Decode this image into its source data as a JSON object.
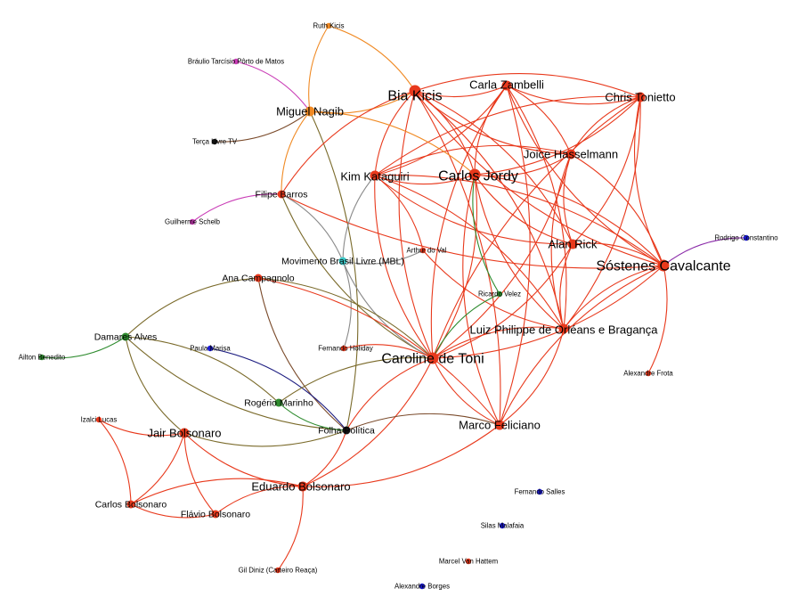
{
  "colors": {
    "red": "#e8391c",
    "orange": "#f08a24",
    "magenta": "#c93cb6",
    "green": "#2e8b2e",
    "olive": "#7a6a2a",
    "brown": "#7a4a2a",
    "gray": "#8a8a8a",
    "cyan": "#3cc8c8",
    "blue": "#1a1ad0",
    "navy": "#1c1c80",
    "purple": "#8a2aa8",
    "black": "#111111"
  },
  "nodes": [
    {
      "id": "bia",
      "label": "Bia Kicis",
      "color": "red",
      "size": "xl"
    },
    {
      "id": "carla",
      "label": "Carla Zambelli",
      "color": "red",
      "size": "l"
    },
    {
      "id": "chris",
      "label": "Chris Tonietto",
      "color": "red",
      "size": "l"
    },
    {
      "id": "joice",
      "label": "Joice Hasselmann",
      "color": "red",
      "size": "l"
    },
    {
      "id": "carlos_j",
      "label": "Carlos Jordy",
      "color": "red",
      "size": "xl"
    },
    {
      "id": "kim",
      "label": "Kim Kataguiri",
      "color": "red",
      "size": "l"
    },
    {
      "id": "alan",
      "label": "Alan Rick",
      "color": "red",
      "size": "l"
    },
    {
      "id": "sostenes",
      "label": "Sóstenes Cavalcante",
      "color": "red",
      "size": "xl"
    },
    {
      "id": "luiz",
      "label": "Luiz Philippe de Orléans e Bragança",
      "color": "red",
      "size": "l"
    },
    {
      "id": "caroline",
      "label": "Caroline de Toni",
      "color": "red",
      "size": "xl"
    },
    {
      "id": "marco",
      "label": "Marco Feliciano",
      "color": "red",
      "size": "l"
    },
    {
      "id": "eduardo",
      "label": "Eduardo Bolsonaro",
      "color": "red",
      "size": "l"
    },
    {
      "id": "jair",
      "label": "Jair Bolsonaro",
      "color": "red",
      "size": "l"
    },
    {
      "id": "carlos_b",
      "label": "Carlos Bolsonaro",
      "color": "red",
      "size": "m"
    },
    {
      "id": "flavio",
      "label": "Flávio Bolsonaro",
      "color": "red",
      "size": "m"
    },
    {
      "id": "izalci",
      "label": "Izalci Lucas",
      "color": "red",
      "size": "s"
    },
    {
      "id": "gil",
      "label": "Gil Diniz (Carteiro Reaça)",
      "color": "red",
      "size": "s"
    },
    {
      "id": "arthur",
      "label": "Arthur do Val",
      "color": "red",
      "size": "s"
    },
    {
      "id": "fernando_h",
      "label": "Fernando Holiday",
      "color": "red",
      "size": "s"
    },
    {
      "id": "alexandre_f",
      "label": "Alexandre Frota",
      "color": "red",
      "size": "s"
    },
    {
      "id": "marcel",
      "label": "Marcel Van Hattem",
      "color": "red",
      "size": "s"
    },
    {
      "id": "ruth",
      "label": "Ruth Kicis",
      "color": "orange",
      "size": "s"
    },
    {
      "id": "miguel",
      "label": "Miguel Nagib",
      "color": "orange",
      "size": "l"
    },
    {
      "id": "braulio",
      "label": "Bráulio Tarcísio Pôrto de Matos",
      "color": "magenta",
      "size": "s"
    },
    {
      "id": "terca",
      "label": "Terça Livre TV",
      "color": "black",
      "size": "s"
    },
    {
      "id": "filipe",
      "label": "Filipe Barros",
      "color": "red",
      "size": "m"
    },
    {
      "id": "guilherme",
      "label": "Guilherme Schelb",
      "color": "magenta",
      "size": "s"
    },
    {
      "id": "mbl",
      "label": "Movimento Brasil Livre (MBL)",
      "color": "cyan",
      "size": "m"
    },
    {
      "id": "ana",
      "label": "Ana Campagnolo",
      "color": "red",
      "size": "m"
    },
    {
      "id": "damares",
      "label": "Damares Alves",
      "color": "green",
      "size": "m"
    },
    {
      "id": "ailton",
      "label": "Ailton Benedito",
      "color": "green",
      "size": "s"
    },
    {
      "id": "paula",
      "label": "Paula Marisa",
      "color": "blue",
      "size": "s"
    },
    {
      "id": "rogerio",
      "label": "Rogério Marinho",
      "color": "green",
      "size": "m"
    },
    {
      "id": "folha",
      "label": "Folha Política",
      "color": "black",
      "size": "m"
    },
    {
      "id": "ricardo",
      "label": "Ricardo Velez",
      "color": "green",
      "size": "s"
    },
    {
      "id": "rodrigo",
      "label": "Rodrigo Constantino",
      "color": "blue",
      "size": "s"
    },
    {
      "id": "fernando_s",
      "label": "Fernando Salles",
      "color": "blue",
      "size": "s"
    },
    {
      "id": "silas",
      "label": "Silas Malafaia",
      "color": "blue",
      "size": "s"
    },
    {
      "id": "alexandre_b",
      "label": "Alexandre Borges",
      "color": "blue",
      "size": "s"
    }
  ],
  "edges": [
    [
      "bia",
      "carla",
      "red"
    ],
    [
      "bia",
      "chris",
      "red"
    ],
    [
      "bia",
      "joice",
      "red"
    ],
    [
      "bia",
      "carlos_j",
      "red"
    ],
    [
      "bia",
      "kim",
      "red"
    ],
    [
      "bia",
      "alan",
      "red"
    ],
    [
      "bia",
      "sostenes",
      "red"
    ],
    [
      "bia",
      "luiz",
      "red"
    ],
    [
      "bia",
      "caroline",
      "red"
    ],
    [
      "bia",
      "marco",
      "red"
    ],
    [
      "carla",
      "chris",
      "red"
    ],
    [
      "carla",
      "joice",
      "red"
    ],
    [
      "carla",
      "carlos_j",
      "red"
    ],
    [
      "carla",
      "kim",
      "red"
    ],
    [
      "carla",
      "sostenes",
      "red"
    ],
    [
      "carla",
      "luiz",
      "red"
    ],
    [
      "carla",
      "caroline",
      "red"
    ],
    [
      "carla",
      "marco",
      "red"
    ],
    [
      "chris",
      "joice",
      "red"
    ],
    [
      "chris",
      "carlos_j",
      "red"
    ],
    [
      "chris",
      "sostenes",
      "red"
    ],
    [
      "chris",
      "luiz",
      "red"
    ],
    [
      "chris",
      "caroline",
      "red"
    ],
    [
      "chris",
      "alan",
      "red"
    ],
    [
      "chris",
      "kim",
      "red"
    ],
    [
      "joice",
      "carlos_j",
      "red"
    ],
    [
      "joice",
      "alan",
      "red"
    ],
    [
      "joice",
      "sostenes",
      "red"
    ],
    [
      "joice",
      "luiz",
      "red"
    ],
    [
      "joice",
      "caroline",
      "red"
    ],
    [
      "joice",
      "kim",
      "red"
    ],
    [
      "carlos_j",
      "kim",
      "red"
    ],
    [
      "carlos_j",
      "alan",
      "red"
    ],
    [
      "carlos_j",
      "sostenes",
      "red"
    ],
    [
      "carlos_j",
      "luiz",
      "red"
    ],
    [
      "carlos_j",
      "caroline",
      "red"
    ],
    [
      "carlos_j",
      "marco",
      "red"
    ],
    [
      "kim",
      "luiz",
      "red"
    ],
    [
      "kim",
      "caroline",
      "red"
    ],
    [
      "kim",
      "sostenes",
      "red"
    ],
    [
      "kim",
      "alan",
      "red"
    ],
    [
      "alan",
      "sostenes",
      "red"
    ],
    [
      "alan",
      "luiz",
      "red"
    ],
    [
      "alan",
      "caroline",
      "red"
    ],
    [
      "sostenes",
      "luiz",
      "red"
    ],
    [
      "sostenes",
      "caroline",
      "red"
    ],
    [
      "sostenes",
      "marco",
      "red"
    ],
    [
      "sostenes",
      "alexandre_f",
      "red"
    ],
    [
      "luiz",
      "caroline",
      "red"
    ],
    [
      "luiz",
      "marco",
      "red"
    ],
    [
      "caroline",
      "marco",
      "red"
    ],
    [
      "caroline",
      "eduardo",
      "red"
    ],
    [
      "caroline",
      "folha",
      "red"
    ],
    [
      "marco",
      "eduardo",
      "red"
    ],
    [
      "marco",
      "folha",
      "brown"
    ],
    [
      "eduardo",
      "jair",
      "red"
    ],
    [
      "eduardo",
      "carlos_b",
      "red"
    ],
    [
      "eduardo",
      "gil",
      "red"
    ],
    [
      "eduardo",
      "folha",
      "red"
    ],
    [
      "jair",
      "carlos_b",
      "red"
    ],
    [
      "jair",
      "flavio",
      "red"
    ],
    [
      "jair",
      "izalci",
      "red"
    ],
    [
      "carlos_b",
      "flavio",
      "red"
    ],
    [
      "izalci",
      "carlos_b",
      "red"
    ],
    [
      "ruth",
      "miguel",
      "orange"
    ],
    [
      "ruth",
      "bia",
      "orange"
    ],
    [
      "miguel",
      "bia",
      "orange"
    ],
    [
      "miguel",
      "carlos_j",
      "orange"
    ],
    [
      "miguel",
      "braulio",
      "magenta"
    ],
    [
      "miguel",
      "terca",
      "brown"
    ],
    [
      "miguel",
      "filipe",
      "orange"
    ],
    [
      "miguel",
      "folha",
      "olive"
    ],
    [
      "filipe",
      "guilherme",
      "magenta"
    ],
    [
      "filipe",
      "bia",
      "red"
    ],
    [
      "filipe",
      "sostenes",
      "red"
    ],
    [
      "filipe",
      "mbl",
      "gray"
    ],
    [
      "filipe",
      "caroline",
      "olive"
    ],
    [
      "mbl",
      "kim",
      "gray"
    ],
    [
      "mbl",
      "arthur",
      "gray"
    ],
    [
      "mbl",
      "fernando_h",
      "gray"
    ],
    [
      "mbl",
      "caroline",
      "gray"
    ],
    [
      "kim",
      "arthur",
      "red"
    ],
    [
      "arthur",
      "luiz",
      "red"
    ],
    [
      "ana",
      "caroline",
      "olive"
    ],
    [
      "ana",
      "damares",
      "olive"
    ],
    [
      "ana",
      "marco",
      "red"
    ],
    [
      "ana",
      "folha",
      "brown"
    ],
    [
      "damares",
      "ailton",
      "green"
    ],
    [
      "damares",
      "jair",
      "olive"
    ],
    [
      "damares",
      "rogerio",
      "olive"
    ],
    [
      "damares",
      "folha",
      "olive"
    ],
    [
      "paula",
      "folha",
      "navy"
    ],
    [
      "rogerio",
      "folha",
      "green"
    ],
    [
      "rogerio",
      "caroline",
      "olive"
    ],
    [
      "ricardo",
      "caroline",
      "green"
    ],
    [
      "ricardo",
      "carlos_j",
      "green"
    ],
    [
      "rodrigo",
      "sostenes",
      "purple"
    ],
    [
      "fernando_h",
      "caroline",
      "red"
    ],
    [
      "jair",
      "folha",
      "olive"
    ],
    [
      "flavio",
      "eduardo",
      "red"
    ]
  ]
}
